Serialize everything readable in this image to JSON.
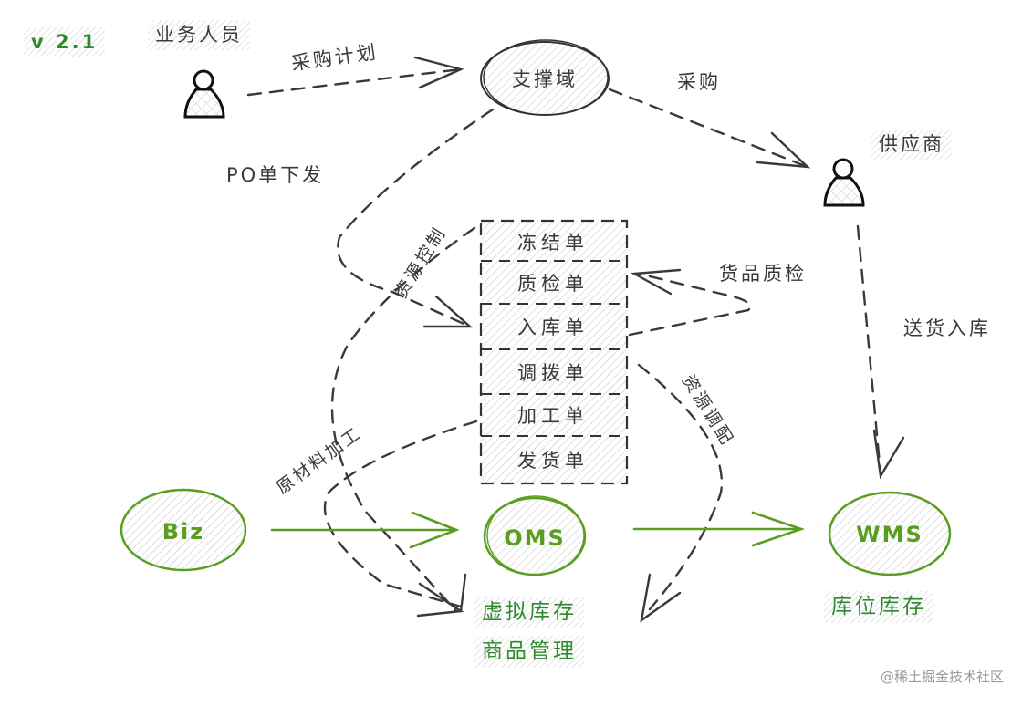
{
  "version": "v 2.1",
  "actors": {
    "business_staff": "业务人员",
    "supplier": "供应商"
  },
  "nodes": {
    "support_domain": "支撑域",
    "biz": "Biz",
    "oms": "OMS",
    "wms": "WMS"
  },
  "document_table": {
    "rows": [
      "冻结单",
      "质检单",
      "入库单",
      "调拨单",
      "加工单",
      "发货单"
    ]
  },
  "edges": {
    "purchase_plan": "采购计划",
    "purchase": "采购",
    "po_dispatch": "PO单下发",
    "resource_control": "资源控制",
    "goods_qc": "货品质检",
    "delivery_inbound": "送货入库",
    "resource_allocation": "资源调配",
    "raw_material_processing": "原材料加工"
  },
  "labels": {
    "virtual_stock": "虚拟库存",
    "product_management": "商品管理",
    "location_stock": "库位库存"
  },
  "watermark": "@稀土掘金技术社区",
  "colors": {
    "ink": "#3a3a3a",
    "green_stroke": "#5a9e1f",
    "green_text": "#2f8a2f",
    "hatch": "#c8c8c8"
  }
}
